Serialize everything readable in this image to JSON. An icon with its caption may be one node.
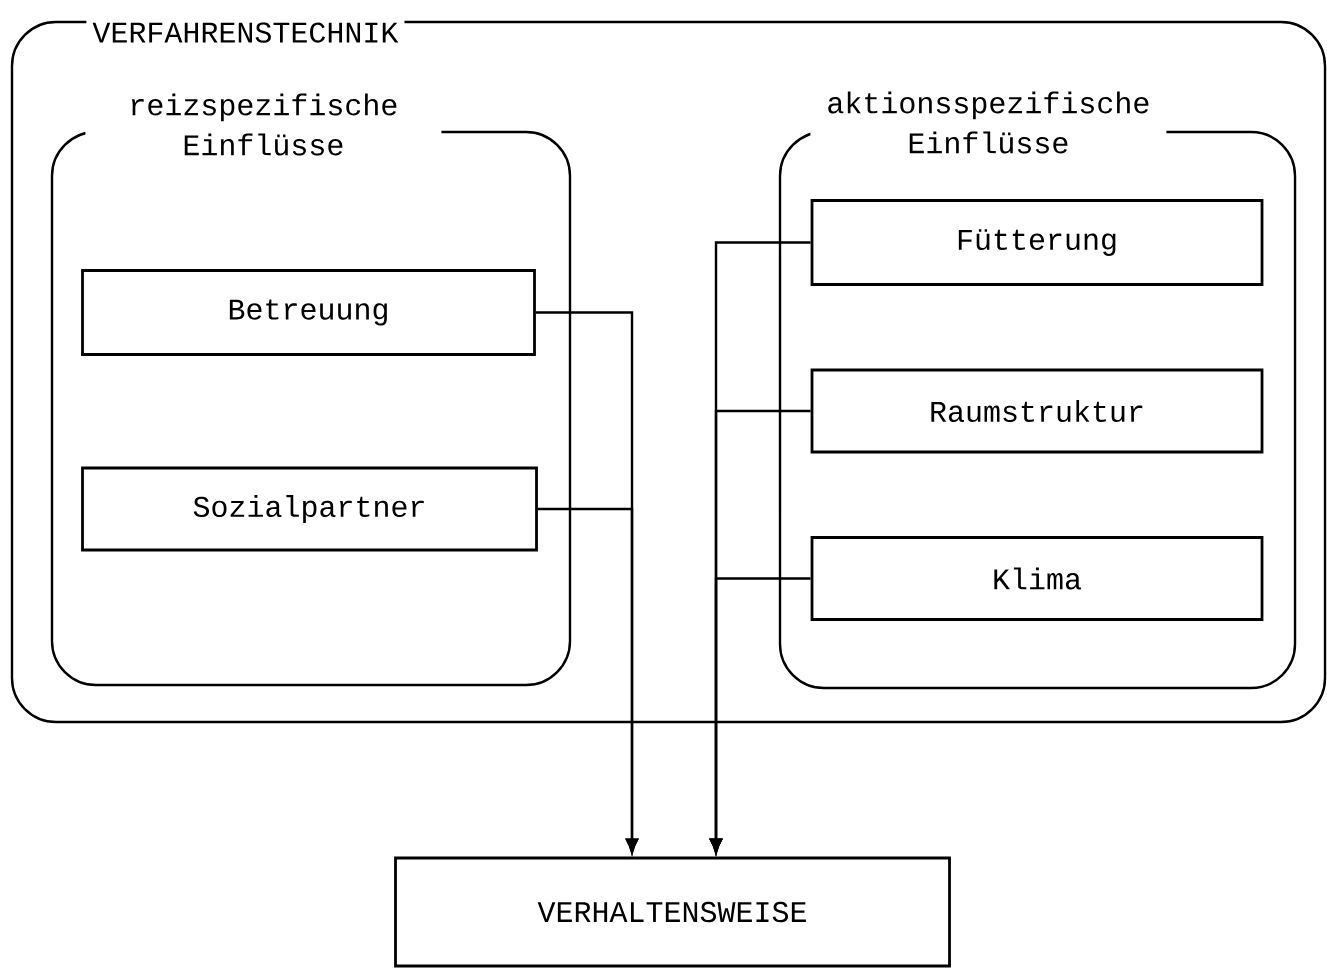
{
  "diagram": {
    "nodes": [
      {
        "text": [
          "VERFAHRENSTECHNIK"
        ]
      },
      {
        "text": [
          "reizspezifische Einflüsse"
        ],
        "in": 0
      },
      {
        "text": [
          "Betreuung"
        ],
        "in": 1
      },
      {
        "text": [
          "Sozialpartner"
        ],
        "in": 1
      },
      {
        "text": [
          "aktionsspezifische Einflüsse"
        ],
        "in": 0
      },
      {
        "text": [
          "Fütterung"
        ],
        "in": 4
      },
      {
        "text": [
          "Raumstruktur"
        ],
        "in": 4
      },
      {
        "text": [
          "Klima"
        ],
        "in": 4
      },
      {
        "text": [
          "VERHALTENSWEISE"
        ]
      }
    ],
    "edges": [
      {
        "from": 2,
        "to": 8,
        "arrow": "to"
      },
      {
        "from": 3,
        "to": 8,
        "arrow": "to"
      },
      {
        "from": 5,
        "to": 8,
        "arrow": "to"
      },
      {
        "from": 6,
        "to": 8,
        "arrow": "to"
      },
      {
        "from": 7,
        "to": 8,
        "arrow": "to"
      }
    ]
  }
}
